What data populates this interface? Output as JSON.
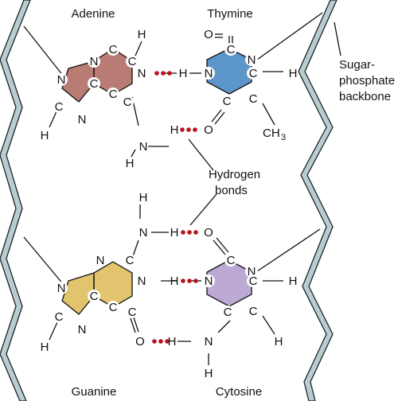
{
  "labels": {
    "adenine": "Adenine",
    "thymine": "Thymine",
    "guanine": "Guanine",
    "cytosine": "Cytosine",
    "backbone_line1": "Sugar-",
    "backbone_line2": "phosphate",
    "backbone_line3": "backbone",
    "hbonds_line1": "Hydrogen",
    "hbonds_line2": "bonds"
  },
  "atoms": {
    "c": "C",
    "n": "N",
    "h": "H",
    "o": "O",
    "ch3_main": "CH",
    "ch3_sub": "3"
  },
  "colors": {
    "adenine": "#b97c74",
    "thymine": "#5d96c9",
    "guanine": "#e2c46e",
    "cytosine": "#bdaad4",
    "backbone": "#b8cdd1",
    "hydrogen_bond_dots": "#b5121b"
  }
}
